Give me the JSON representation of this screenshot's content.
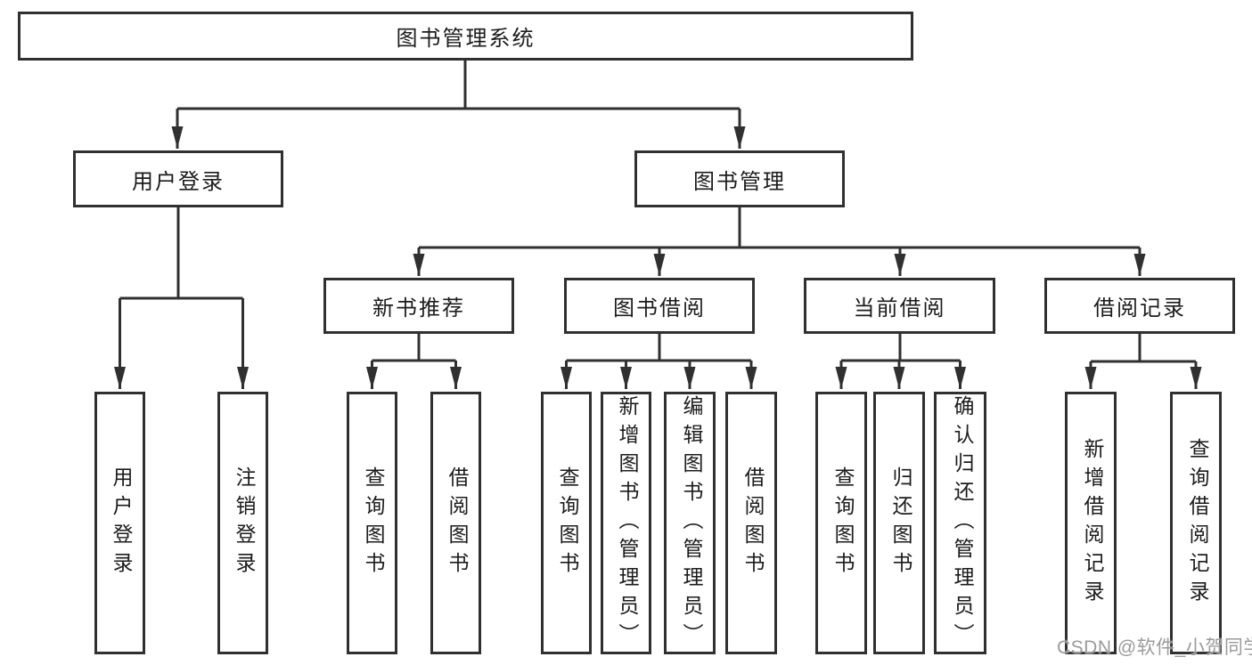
{
  "diagram": {
    "root": {
      "label": "图书管理系统"
    },
    "branches": [
      {
        "label": "用户登录",
        "leaves": [
          {
            "label": "用户登录"
          },
          {
            "label": "注销登录"
          }
        ]
      },
      {
        "label": "图书管理",
        "children": [
          {
            "label": "新书推荐",
            "leaves": [
              {
                "label": "查询图书"
              },
              {
                "label": "借阅图书"
              }
            ]
          },
          {
            "label": "图书借阅",
            "leaves": [
              {
                "label": "查询图书"
              },
              {
                "label": "新增图书（管理员）"
              },
              {
                "label": "编辑图书（管理员）"
              },
              {
                "label": "借阅图书"
              }
            ]
          },
          {
            "label": "当前借阅",
            "leaves": [
              {
                "label": "查询图书"
              },
              {
                "label": "归还图书"
              },
              {
                "label": "确认归还（管理员）"
              }
            ]
          },
          {
            "label": "借阅记录",
            "leaves": [
              {
                "label": "新增借阅记录"
              },
              {
                "label": "查询借阅记录"
              }
            ]
          }
        ]
      }
    ]
  },
  "watermark": {
    "text": "CSDN @软件_小贺同学",
    "color": "#9b9b9b"
  },
  "colors": {
    "line": "#303030",
    "text": "#1c1c1c",
    "background": "#ffffff"
  }
}
